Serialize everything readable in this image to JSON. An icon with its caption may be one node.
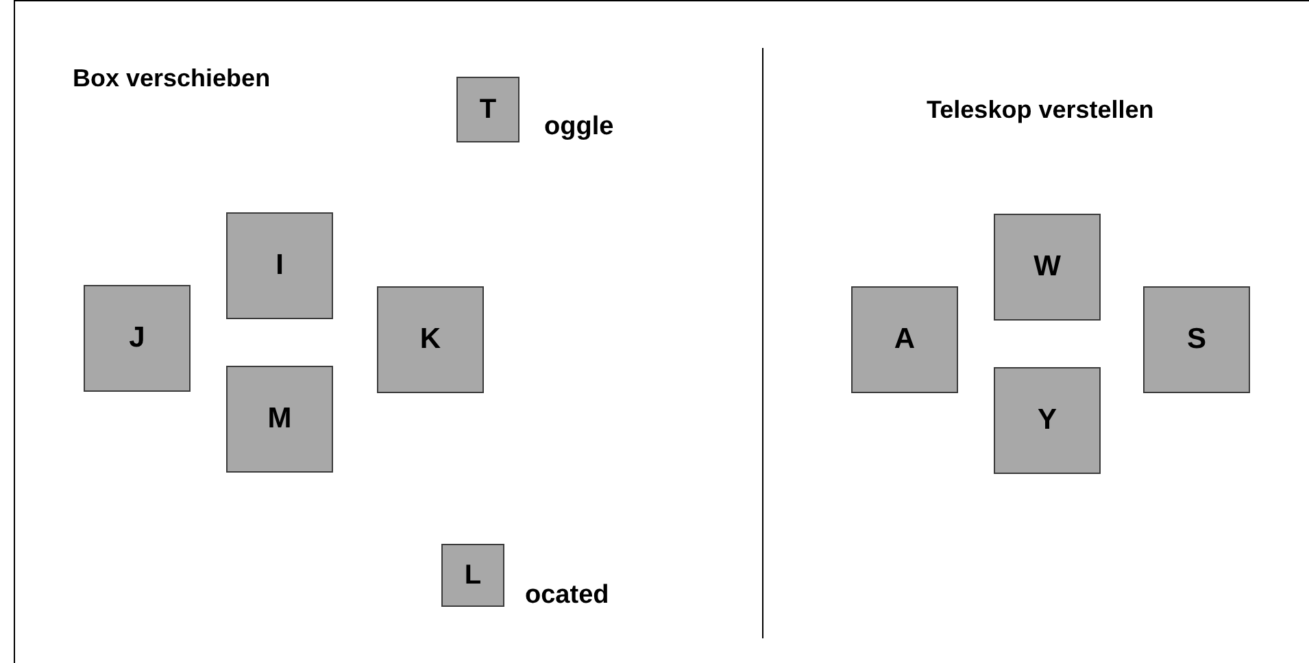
{
  "diagram": {
    "nodes": [
      {
        "text": [
          "T"
        ],
        "beside": [
          "oggle"
        ]
      },
      {
        "text": [
          "I"
        ]
      },
      {
        "text": [
          "J"
        ]
      },
      {
        "text": [
          "K"
        ]
      },
      {
        "text": [
          "M"
        ]
      },
      {
        "text": [
          "L"
        ],
        "beside": [
          "ocated"
        ]
      },
      {
        "text": [
          "W"
        ]
      },
      {
        "text": [
          "A"
        ]
      },
      {
        "text": [
          "S"
        ]
      },
      {
        "text": [
          "Y"
        ]
      }
    ],
    "labels": [
      "Box verschieben",
      "Teleskop verstellen"
    ]
  }
}
